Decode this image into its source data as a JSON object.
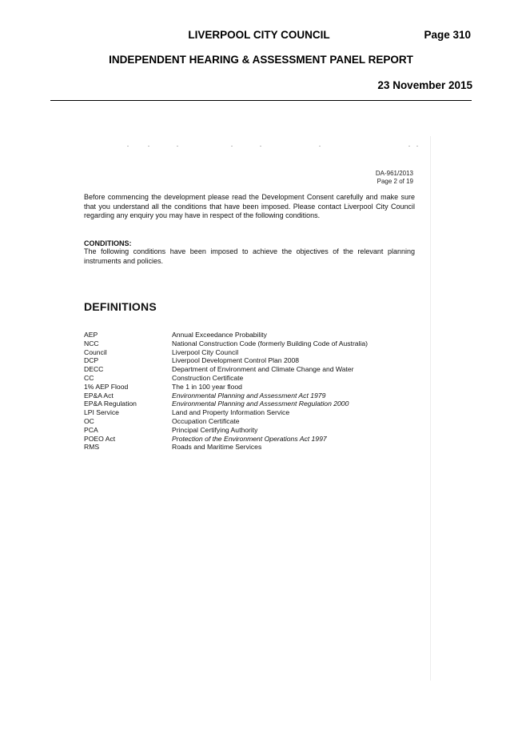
{
  "header": {
    "council": "LIVERPOOL CITY COUNCIL",
    "page": "Page 310",
    "report": "INDEPENDENT HEARING & ASSESSMENT PANEL REPORT",
    "date": "23 November 2015"
  },
  "scan": {
    "doc_ref": "DA-961/2013",
    "page_of": "Page 2 of 19",
    "intro": "Before commencing the development please read the Development Consent carefully and make sure that you understand all the conditions that have been imposed. Please contact Liverpool City Council regarding any enquiry you may have in respect of the following conditions.",
    "conditions_title": "CONDITIONS:",
    "conditions_body": "The following conditions have been imposed to achieve the objectives of the relevant planning instruments and policies.",
    "definitions_heading": "DEFINITIONS",
    "definitions": [
      {
        "term": "AEP",
        "desc": "Annual Exceedance Probability",
        "italic": false
      },
      {
        "term": "NCC",
        "desc": "National Construction Code (formerly Building Code of Australia)",
        "italic": false
      },
      {
        "term": "Council",
        "desc": "Liverpool City Council",
        "italic": false
      },
      {
        "term": "DCP",
        "desc": "Liverpool Development Control Plan 2008",
        "italic": false
      },
      {
        "term": "DECC",
        "desc": "Department of Environment and Climate Change and Water",
        "italic": false
      },
      {
        "term": "CC",
        "desc": "Construction Certificate",
        "italic": false
      },
      {
        "term": "1% AEP Flood",
        "desc": "The 1 in 100 year flood",
        "italic": false
      },
      {
        "term": "EP&A Act",
        "desc": "Environmental Planning and Assessment Act 1979",
        "italic": true
      },
      {
        "term": "EP&A Regulation",
        "desc": "Environmental Planning and Assessment Regulation 2000",
        "italic": true
      },
      {
        "term": "LPI Service",
        "desc": "Land and Property Information Service",
        "italic": false
      },
      {
        "term": "OC",
        "desc": "Occupation Certificate",
        "italic": false
      },
      {
        "term": "PCA",
        "desc": "Principal Certifying Authority",
        "italic": false
      },
      {
        "term": "POEO Act",
        "desc": "Protection of the Environment Operations Act 1997",
        "italic": true
      },
      {
        "term": "RMS",
        "desc": "Roads and Maritime Services",
        "italic": false
      }
    ]
  }
}
